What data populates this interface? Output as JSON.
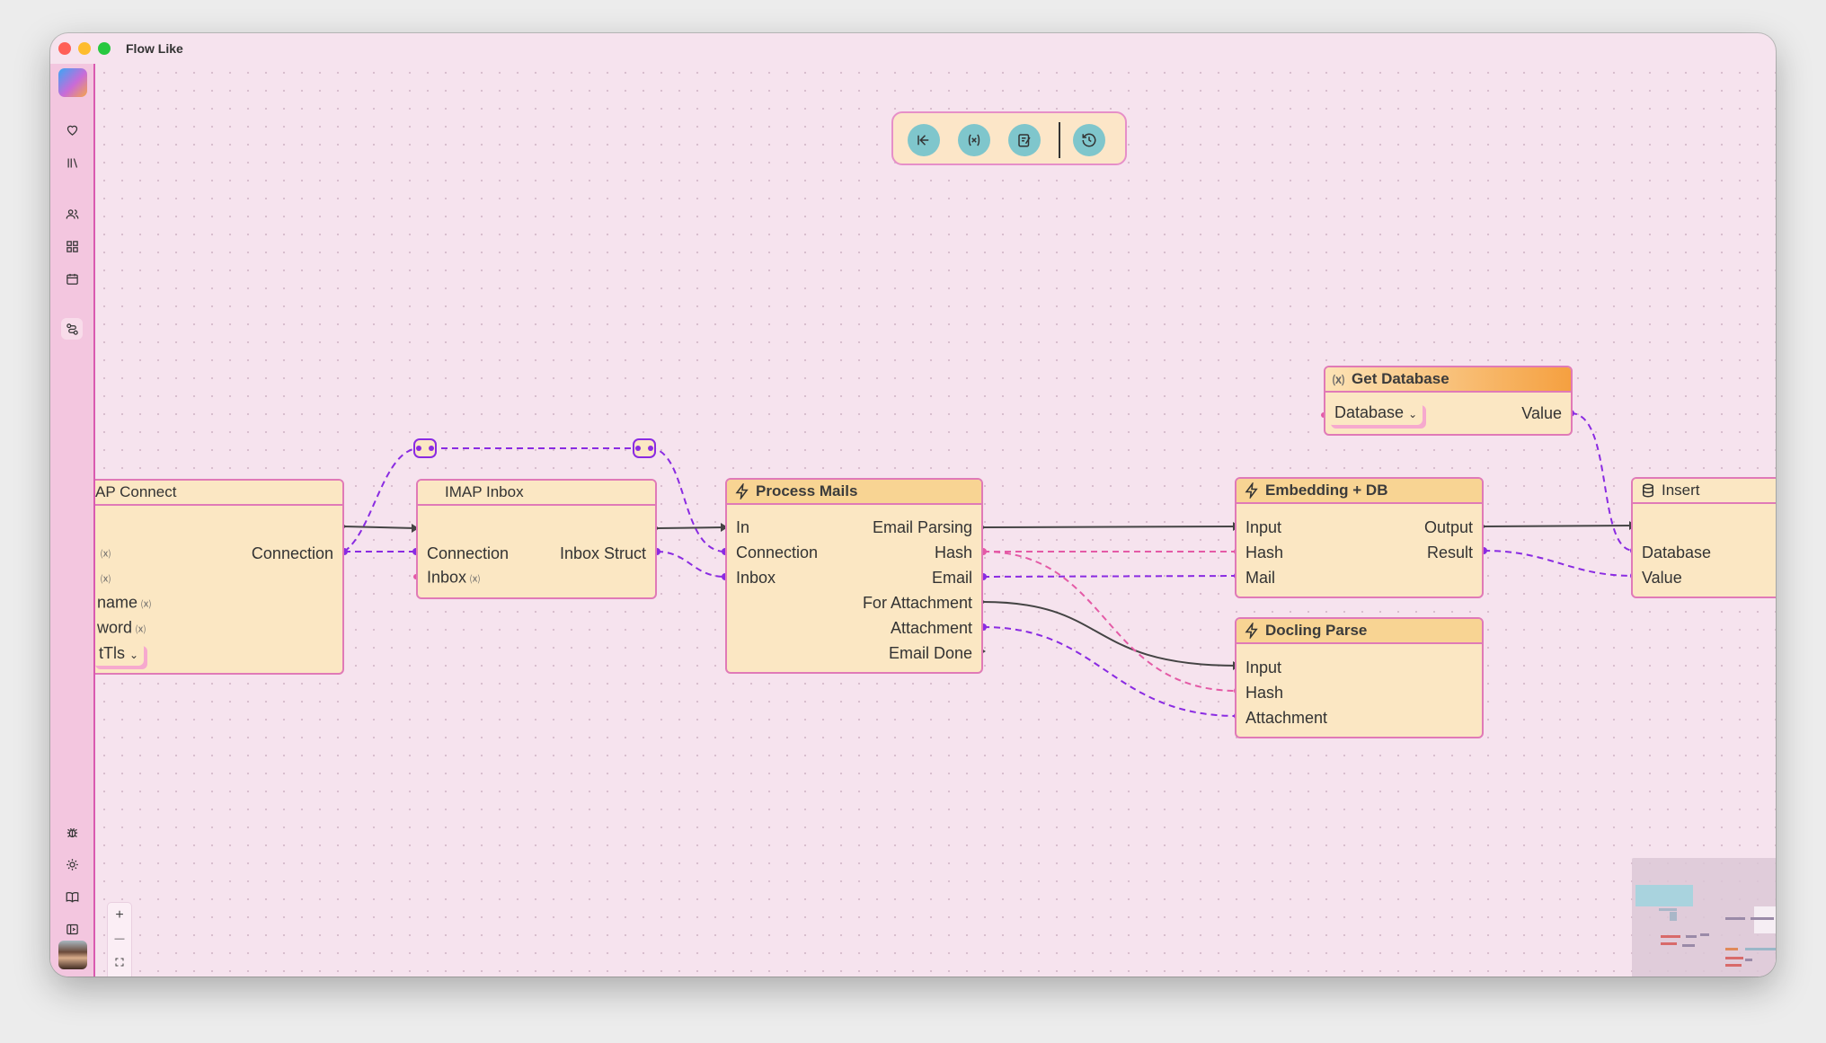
{
  "window": {
    "title": "Flow Like"
  },
  "colors": {
    "canvas": "#f6e3ee",
    "sidebar": "#f3c6df",
    "accent": "#d95ab0",
    "node_body": "#fbe7c3",
    "node_header": "#f8d493",
    "toolbar_button": "#7fc6cc",
    "wire_exec": "#444444",
    "wire_struct": "#8a2be2",
    "wire_string": "#e45aa6"
  },
  "sidebar": {
    "top_items": [
      {
        "icon": "heart-icon"
      },
      {
        "icon": "library-icon"
      },
      {
        "icon": "users-icon"
      },
      {
        "icon": "grid-icon"
      },
      {
        "icon": "calendar-icon"
      },
      {
        "icon": "workflow-icon"
      }
    ],
    "bottom_items": [
      {
        "icon": "bug-icon"
      },
      {
        "icon": "sun-icon"
      },
      {
        "icon": "book-icon"
      },
      {
        "icon": "panel-icon"
      }
    ]
  },
  "toolbar": {
    "buttons": [
      {
        "icon": "exit-icon"
      },
      {
        "icon": "variable-icon"
      },
      {
        "icon": "edit-notes-icon"
      },
      {
        "icon": "history-icon"
      }
    ]
  },
  "nodes": {
    "imap_connect": {
      "title": "AP Connect",
      "outputs": [
        "Connection"
      ],
      "inputs": [
        "name",
        "word"
      ],
      "dropdown": "tTls"
    },
    "imap_inbox": {
      "title": "IMAP Inbox",
      "inputs": [
        "Connection",
        "Inbox"
      ],
      "outputs": [
        "Inbox Struct"
      ]
    },
    "process_mails": {
      "title": "Process Mails",
      "inputs": [
        "In",
        "Connection",
        "Inbox"
      ],
      "outputs": [
        "Email Parsing",
        "Hash",
        "Email",
        "For Attachment",
        "Attachment",
        "Email Done"
      ]
    },
    "get_database": {
      "title": "Get Database",
      "dropdown": "Database",
      "outputs": [
        "Value"
      ]
    },
    "embedding_db": {
      "title": "Embedding + DB",
      "inputs": [
        "Input",
        "Hash",
        "Mail"
      ],
      "outputs": [
        "Output",
        "Result"
      ]
    },
    "docling_parse": {
      "title": "Docling Parse",
      "inputs": [
        "Input",
        "Hash",
        "Attachment"
      ]
    },
    "insert": {
      "title": "Insert",
      "inputs": [
        "Database",
        "Value"
      ]
    }
  },
  "zoom_controls": {
    "zoom_in": "+",
    "zoom_out": "—"
  }
}
